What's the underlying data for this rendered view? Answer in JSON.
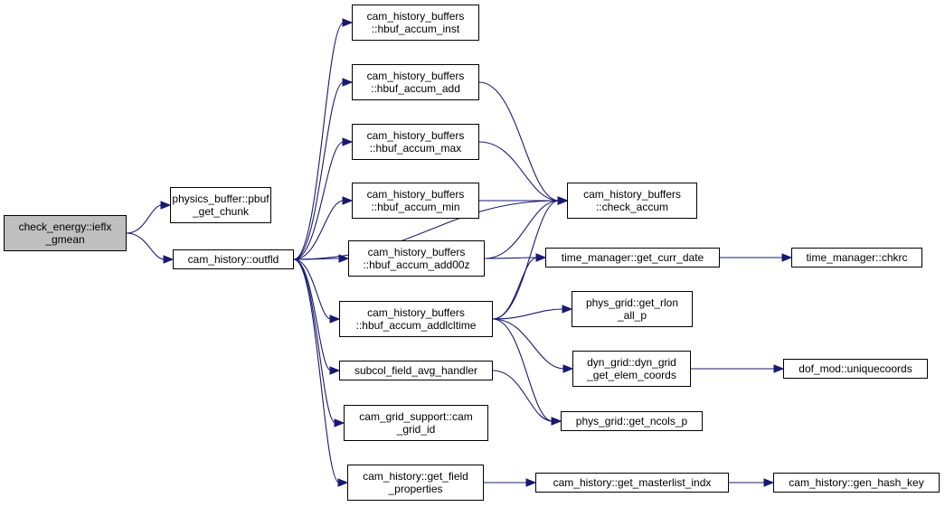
{
  "colors": {
    "edge": "#191970",
    "root_fill": "#bfbfbf",
    "node_fill": "#ffffff",
    "border": "#000000"
  },
  "nodes": {
    "root": [
      "check_energy::ieflx",
      "_gmean"
    ],
    "pbuf_get_chunk": [
      "physics_buffer::pbuf",
      "_get_chunk"
    ],
    "outfld": [
      "cam_history::outfld"
    ],
    "hbuf_accum_inst": [
      "cam_history_buffers",
      "::hbuf_accum_inst"
    ],
    "hbuf_accum_add": [
      "cam_history_buffers",
      "::hbuf_accum_add"
    ],
    "hbuf_accum_max": [
      "cam_history_buffers",
      "::hbuf_accum_max"
    ],
    "hbuf_accum_min": [
      "cam_history_buffers",
      "::hbuf_accum_min"
    ],
    "hbuf_accum_add00z": [
      "cam_history_buffers",
      "::hbuf_accum_add00z"
    ],
    "hbuf_accum_addlcltime": [
      "cam_history_buffers",
      "::hbuf_accum_addlcltime"
    ],
    "subcol_field_avg_handler": [
      "subcol_field_avg_handler"
    ],
    "cam_grid_id": [
      "cam_grid_support::cam",
      "_grid_id"
    ],
    "get_field_properties": [
      "cam_history::get_field",
      "_properties"
    ],
    "check_accum": [
      "cam_history_buffers",
      "::check_accum"
    ],
    "get_curr_date": [
      "time_manager::get_curr_date"
    ],
    "chkrc": [
      "time_manager::chkrc"
    ],
    "get_rlon_all_p": [
      "phys_grid::get_rlon",
      "_all_p"
    ],
    "get_elem_coords": [
      "dyn_grid::dyn_grid",
      "_get_elem_coords"
    ],
    "uniquecoords": [
      "dof_mod::uniquecoords"
    ],
    "get_ncols_p": [
      "phys_grid::get_ncols_p"
    ],
    "get_masterlist_indx": [
      "cam_history::get_masterlist_indx"
    ],
    "gen_hash_key": [
      "cam_history::gen_hash_key"
    ]
  },
  "edges": [
    [
      "root",
      "pbuf_get_chunk"
    ],
    [
      "root",
      "outfld"
    ],
    [
      "outfld",
      "hbuf_accum_inst"
    ],
    [
      "outfld",
      "hbuf_accum_add"
    ],
    [
      "outfld",
      "hbuf_accum_max"
    ],
    [
      "outfld",
      "hbuf_accum_min"
    ],
    [
      "outfld",
      "hbuf_accum_add00z"
    ],
    [
      "outfld",
      "hbuf_accum_addlcltime"
    ],
    [
      "outfld",
      "subcol_field_avg_handler"
    ],
    [
      "outfld",
      "cam_grid_id"
    ],
    [
      "outfld",
      "get_field_properties"
    ],
    [
      "outfld",
      "check_accum"
    ],
    [
      "hbuf_accum_add",
      "check_accum"
    ],
    [
      "hbuf_accum_max",
      "check_accum"
    ],
    [
      "hbuf_accum_min",
      "check_accum"
    ],
    [
      "hbuf_accum_add00z",
      "check_accum"
    ],
    [
      "hbuf_accum_add00z",
      "get_curr_date"
    ],
    [
      "hbuf_accum_addlcltime",
      "check_accum"
    ],
    [
      "hbuf_accum_addlcltime",
      "get_curr_date"
    ],
    [
      "hbuf_accum_addlcltime",
      "get_rlon_all_p"
    ],
    [
      "hbuf_accum_addlcltime",
      "get_elem_coords"
    ],
    [
      "hbuf_accum_addlcltime",
      "get_ncols_p"
    ],
    [
      "subcol_field_avg_handler",
      "get_ncols_p"
    ],
    [
      "get_curr_date",
      "chkrc"
    ],
    [
      "get_elem_coords",
      "uniquecoords"
    ],
    [
      "get_field_properties",
      "get_masterlist_indx"
    ],
    [
      "get_masterlist_indx",
      "gen_hash_key"
    ]
  ]
}
